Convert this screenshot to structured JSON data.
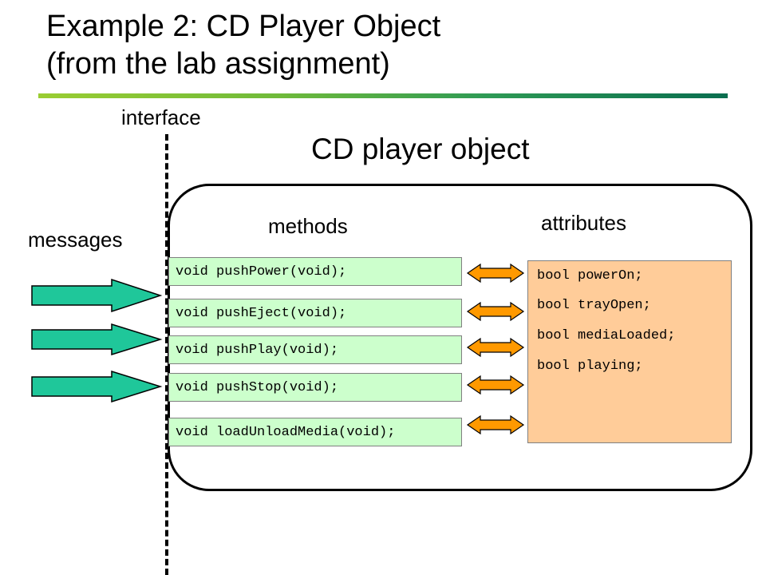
{
  "title": {
    "line1": "Example 2: CD Player Object",
    "line2": "(from  the lab assignment)"
  },
  "labels": {
    "interface": "interface",
    "object": "CD player object",
    "methods": "methods",
    "attributes": "attributes",
    "messages": "messages"
  },
  "methods": [
    "void pushPower(void);",
    "void pushEject(void);",
    "void pushPlay(void);",
    "void pushStop(void);",
    "void loadUnloadMedia(void);"
  ],
  "attributes": [
    "bool powerOn;",
    "bool trayOpen;",
    "bool mediaLoaded;",
    "bool playing;"
  ],
  "colors": {
    "method_fill": "#ccffcc",
    "attribute_fill": "#ffcc99",
    "message_arrow": "#1fc79a",
    "link_arrow": "#ff9900"
  }
}
